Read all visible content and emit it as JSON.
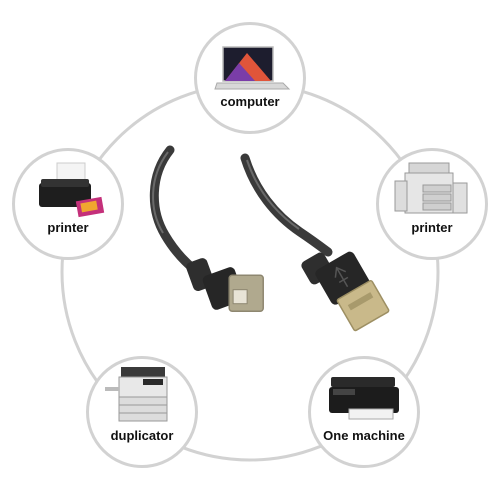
{
  "labels": {
    "top": "computer",
    "left": "printer",
    "right": "printer",
    "bottom_left": "duplicator",
    "bottom_right": "One machine"
  },
  "colors": {
    "ring": "#d2d2d2",
    "cable": "#3a3a3a",
    "connector_a": "#c9b98a",
    "connector_b": "#b0a98e"
  },
  "icons": [
    "laptop-icon",
    "inkjet-printer-icon",
    "office-copier-icon",
    "duplicator-icon",
    "multifunction-printer-icon"
  ]
}
